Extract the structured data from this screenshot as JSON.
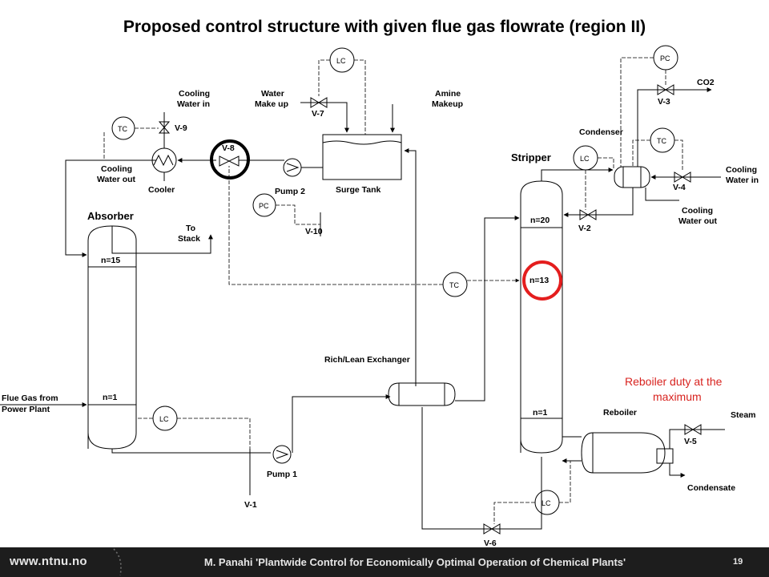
{
  "slide": {
    "title": "Proposed control structure with given flue gas flowrate (region II)",
    "annotation_line1": "Reboiler duty at the",
    "annotation_line2": "maximum"
  },
  "units": {
    "absorber": "Absorber",
    "stripper": "Stripper",
    "surge_tank": "Surge Tank",
    "cooler": "Cooler",
    "condenser": "Condenser",
    "reboiler": "Reboiler",
    "rich_lean": "Rich/Lean Exchanger",
    "pump1": "Pump 1",
    "pump2": "Pump 2"
  },
  "streams": {
    "cooling_water_in_1": "Cooling",
    "cooling_water_in_2": "Water in",
    "cooling_water_out_1": "Cooling",
    "cooling_water_out_2": "Water out",
    "water_makeup_1": "Water",
    "water_makeup_2": "Make up",
    "amine_makeup_1": "Amine",
    "amine_makeup_2": "Makeup",
    "to_stack_1": "To",
    "to_stack_2": "Stack",
    "flue_gas_1": "Flue Gas from",
    "flue_gas_2": "Power Plant",
    "co2": "CO2",
    "cond_cw_in_1": "Cooling",
    "cond_cw_in_2": "Water in",
    "cond_cw_out_1": "Cooling",
    "cond_cw_out_2": "Water out",
    "steam": "Steam",
    "condensate": "Condensate"
  },
  "stages": {
    "absorber_top": "n=15",
    "absorber_bottom": "n=1",
    "stripper_top": "n=20",
    "stripper_mid": "n=13",
    "stripper_bottom": "n=1"
  },
  "valves": {
    "v1": "V-1",
    "v2": "V-2",
    "v3": "V-3",
    "v4": "V-4",
    "v5": "V-5",
    "v6": "V-6",
    "v7": "V-7",
    "v8": "V-8",
    "v9": "V-9",
    "v10": "V-10"
  },
  "controllers": {
    "tc_cooler": "TC",
    "lc_surge": "LC",
    "pc_pump2": "PC",
    "tc_stripper": "TC",
    "lc_absorber": "LC",
    "lc_stripper_top": "LC",
    "pc_condenser": "PC",
    "tc_condenser": "TC",
    "lc_reboiler": "LC"
  },
  "colors": {
    "highlight_black": "#000000",
    "highlight_red": "#e41e1e",
    "annotation": "#d8231f",
    "footer_bg": "#1d1d1d"
  },
  "footer": {
    "site": "www.ntnu.no",
    "reference": "M. Panahi 'Plantwide Control for Economically Optimal Operation of Chemical Plants'",
    "page": "19"
  }
}
